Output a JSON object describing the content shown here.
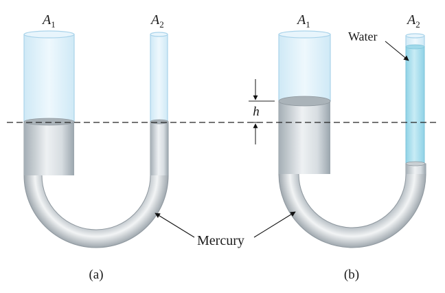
{
  "figure": {
    "panel_a": {
      "caption": "(a)",
      "label_wide_arm": "A",
      "label_wide_arm_sub": "1",
      "label_narrow_arm": "A",
      "label_narrow_arm_sub": "2"
    },
    "panel_b": {
      "caption": "(b)",
      "label_wide_arm": "A",
      "label_wide_arm_sub": "1",
      "label_narrow_arm": "A",
      "label_narrow_arm_sub": "2",
      "water_label": "Water",
      "height_label": "h"
    },
    "mercury_label": "Mercury",
    "colors": {
      "glass_fill": "#dff1fb",
      "glass_stroke": "#a9d3ea",
      "mercury_dark": "#9aa5ad",
      "mercury_light": "#f3f5f6",
      "water": "#aee0ee",
      "dashed_line": "#222222"
    }
  }
}
